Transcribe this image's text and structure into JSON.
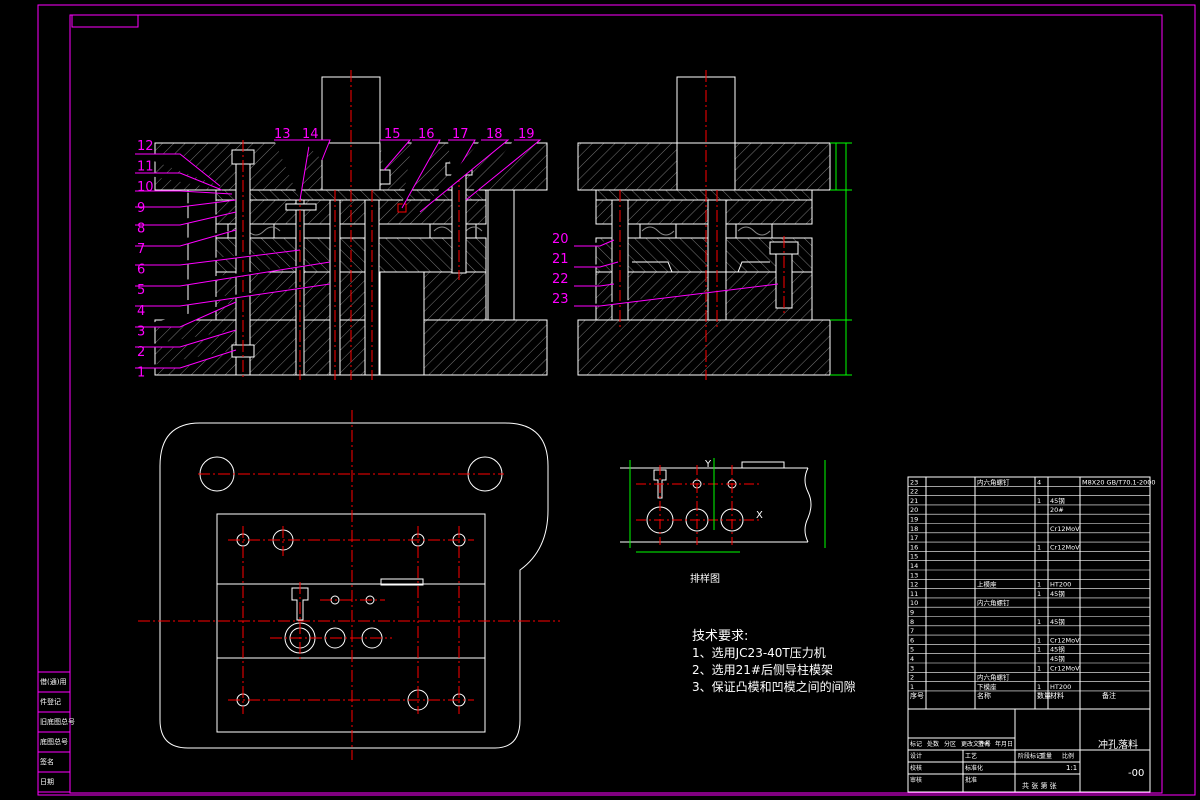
{
  "colors": {
    "background": "#000000",
    "outline": "#ffffff",
    "frame": "#ff00ff",
    "centerline": "#ff0000",
    "dimension": "#00ff00",
    "leader": "#ff00ff",
    "hatch": "#888888"
  },
  "part_numbers_left": [
    "12",
    "11",
    "10",
    "9",
    "8",
    "7",
    "6",
    "5",
    "4",
    "3",
    "2",
    "1"
  ],
  "part_numbers_top": [
    "13",
    "14",
    "15",
    "16",
    "17",
    "18",
    "19"
  ],
  "part_numbers_right": [
    "20",
    "21",
    "22",
    "23"
  ],
  "strip_layout": {
    "title": "排样图",
    "axis_y": "Y",
    "axis_x": "X"
  },
  "technical_requirements": {
    "title": "技术要求:",
    "items": [
      "1、选用JC23-40T压力机",
      "2、选用21#后侧导柱模架",
      "3、保证凸模和凹模之间的间隙"
    ]
  },
  "bom": {
    "rows": [
      {
        "no": "23",
        "name": "内六角螺钉",
        "qty": "4",
        "mat": "",
        "std": "M8X20 GB/T70.1-2000"
      },
      {
        "no": "22",
        "name": "",
        "qty": "",
        "mat": "",
        "std": ""
      },
      {
        "no": "21",
        "name": "",
        "qty": "1",
        "mat": "45钢",
        "std": ""
      },
      {
        "no": "20",
        "name": "",
        "qty": "",
        "mat": "20#",
        "std": ""
      },
      {
        "no": "19",
        "name": "",
        "qty": "",
        "mat": "",
        "std": ""
      },
      {
        "no": "18",
        "name": "",
        "qty": "",
        "mat": "Cr12MoV",
        "std": ""
      },
      {
        "no": "17",
        "name": "",
        "qty": "",
        "mat": "",
        "std": ""
      },
      {
        "no": "16",
        "name": "",
        "qty": "1",
        "mat": "Cr12MoV",
        "std": ""
      },
      {
        "no": "15",
        "name": "",
        "qty": "",
        "mat": "",
        "std": ""
      },
      {
        "no": "14",
        "name": "",
        "qty": "",
        "mat": "",
        "std": ""
      },
      {
        "no": "13",
        "name": "",
        "qty": "",
        "mat": "",
        "std": ""
      },
      {
        "no": "12",
        "name": "上模座",
        "qty": "1",
        "mat": "HT200",
        "std": ""
      },
      {
        "no": "11",
        "name": "",
        "qty": "1",
        "mat": "45钢",
        "std": ""
      },
      {
        "no": "10",
        "name": "内六角螺钉",
        "qty": "",
        "mat": "",
        "std": ""
      },
      {
        "no": "9",
        "name": "",
        "qty": "",
        "mat": "",
        "std": ""
      },
      {
        "no": "8",
        "name": "",
        "qty": "1",
        "mat": "45钢",
        "std": ""
      },
      {
        "no": "7",
        "name": "",
        "qty": "",
        "mat": "",
        "std": ""
      },
      {
        "no": "6",
        "name": "",
        "qty": "1",
        "mat": "Cr12MoV",
        "std": ""
      },
      {
        "no": "5",
        "name": "",
        "qty": "1",
        "mat": "45钢",
        "std": ""
      },
      {
        "no": "4",
        "name": "",
        "qty": "",
        "mat": "45钢",
        "std": ""
      },
      {
        "no": "3",
        "name": "",
        "qty": "1",
        "mat": "Cr12MoV",
        "std": ""
      },
      {
        "no": "2",
        "name": "内六角螺钉",
        "qty": "",
        "mat": "",
        "std": ""
      },
      {
        "no": "1",
        "name": "下模座",
        "qty": "1",
        "mat": "HT200",
        "std": ""
      }
    ],
    "header": {
      "no": "序号",
      "name": "名称",
      "qty": "数量",
      "mat": "材料",
      "std": "备注"
    }
  },
  "title_block": {
    "product": "冲孔落料",
    "drawing_no": "-00",
    "scale": "1:1",
    "labels": [
      "标记",
      "处数",
      "分区",
      "更改文件号",
      "签名",
      "年月日"
    ],
    "roles": [
      "设计",
      "校核",
      "审核",
      "工艺",
      "标准化",
      "批准"
    ],
    "stage_labels": [
      "阶段标记",
      "重量",
      "比例"
    ],
    "sheet": "共 张 第 张"
  },
  "left_strip_labels": [
    "借(通)用",
    "件登记",
    "旧底图总号",
    "底图总号",
    "签名",
    "日期"
  ]
}
